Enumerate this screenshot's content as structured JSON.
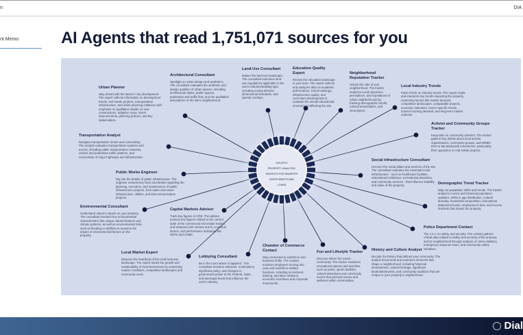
{
  "topbar": {
    "left": "n",
    "right": "DIA"
  },
  "sidenav": {
    "item": "nt Memo"
  },
  "heading": "AI Agents that read 1,751,071 sources for you",
  "center": {
    "lines": [
      "HOLISTIC",
      "PROPERTY ANALYSIS:",
      "INSIGHTS FOR SMARTER",
      "INVESTMENTS AND",
      "LOANS"
    ]
  },
  "nodes": [
    {
      "title": "Urban Planner",
      "text": "Stay ahead with the latest in city development. The expert collects information on development trends, real estate projects, transportation infrastructure, and urban planning initiatives with emphasis on qualitative details on new constructions, adaptive reuse, street improvements, planning policies, and key stakeholders."
    },
    {
      "title": "Architectural Consultant",
      "text": "Spotlight on urban design and aesthetics. The consultant evaluates the aesthetic and design qualities of urban spaces, including architectural styles, public spaces, pedestrian and traffic flow, and the qualitative atmosphere of the site's neighborhood."
    },
    {
      "title": "Land-Use Consultant",
      "text": "Master the land-use landscape. The consultant examines land-use regulations applicable to the user's industry/building type, including zoning districts, dimensional standards, and special overlays."
    },
    {
      "title": "Education Quality Expert",
      "text": "Review the education landscape in your area. The expert collects and analyzes data on academic performance, school rankings, infrastructure quality, and curriculum development to evaluate the overall educational environment affecting the site."
    },
    {
      "title": "Neighborhood Reputation Tracker",
      "text": "Unlock the vibe of your neighborhood. The tracker analyzes social dynamics, perceptions, and reputations of urban neighborhoods by tracking demographic trends, cultural associations, and stereotypes."
    },
    {
      "title": "Local Industry Trends",
      "text": "Pulse-check on industry trends. The expert reads and interprets key trends impacting the property, examining factors like market demand, competitive landscapes, comparable projects, economic indicators, sector-specific trends, tourism housing demand, and long-term market outlooks."
    },
    {
      "title": "Activist and Community Groups Tracker",
      "text": "Keep tabs on community activism. The tracker gathers key details about local activist organizations, community groups, and NIMBY (Not-In-My-Backyard) movements, particularly their opposition to real estate projects."
    },
    {
      "title": "Transportation Analyst",
      "text": "Navigate transportation trends and connectivity. The analyst evaluates transportation systems and events, including public transportation networks, vehicle and pedestrian traffic patterns, and connectivity of major highways and infrastructure."
    },
    {
      "title": "Public Works Engineer",
      "text": "Dig into the details of public infrastructure. The engineer extracts key facts and details regarding the planning, execution, and maintenance of public infrastructure projects, from water and sewer infrastructure, utilities, and telecommunication projects."
    },
    {
      "title": "Social Infrastructure Consultant",
      "text": "Uncover the social pillars and services of the site. The consultant evaluates the essential social infrastructure - such as healthcare facilities, educational institutions, recreational amenities, and community services - that influence livability and value of the property."
    },
    {
      "title": "Demographic Trend Tracker",
      "text": "Map out population shifts and trends. The tracker analyzes current and historical population statistics, shifts in age distribution, cultural diversity, household composition, educational attainment levels, employment rates, and income brackets that impact the property."
    },
    {
      "title": "Environmental Consultant",
      "text": "Understand nature's impact on your property. The consultant monitors key environmental characteristics like unique natural features and climate patterns, as well as environmental risks such as flooding or wildfires to examine the impact of environmental factors on the property."
    },
    {
      "title": "Capital Markets Advisor",
      "text": "Track key figures in CRE. The advisor extracts key figures related to the current state of the commercial real estate market and analyzes joint venture terms, economic factors, and performance indicators like REITs and CMBs."
    },
    {
      "title": "Police Department Contact",
      "text": "The 4-1-1 on safety and security. The contact gathers critical data related to safety and security of the property and its neighborhood through analysis of crime statistics, emergency response times, and community safety initiatives."
    },
    {
      "title": "Local Market Expert",
      "text": "Measure the heartbeat of the local business landscape. The expert tracks the growth and sustainability of local businesses by examining market conditions, competitive landscapes and community need."
    },
    {
      "title": "Lobbying Consultant",
      "text": "Be in the room where it happens\". The consultant monitors elections, nominations, significant policy, and changes in government power at the Federal, State, and Municipal levels that influence the user's industry."
    },
    {
      "title": "Chamber of Commerce Contact",
      "text": "Stay connected to workforce and business shifts. The contact monitors employers moving into town and workforce-related functions, including recruitment, training, and labor relations, economic incentives and corporate movements."
    },
    {
      "title": "Fun and Lifestyle Tracker",
      "text": "Discover where fun meets community. The tracker examines recreational spaces and activities, such as parks, sports facilities, cultural attractions and community events that promote leisure and wellness within communities."
    },
    {
      "title": "History and Culture Analyst",
      "text": "Decode the history that defines your community. The analyst documents and examines elements that shape a neighborhood, including historical development, cultural heritage, significant landmarks/events, and community traditions that are unique to your property's neighborhood."
    }
  ],
  "footer": {
    "brand": "Dial"
  },
  "colors": {
    "navy": "#141c3a",
    "panel": "#d3daec",
    "accent": "#5b8fd0"
  }
}
